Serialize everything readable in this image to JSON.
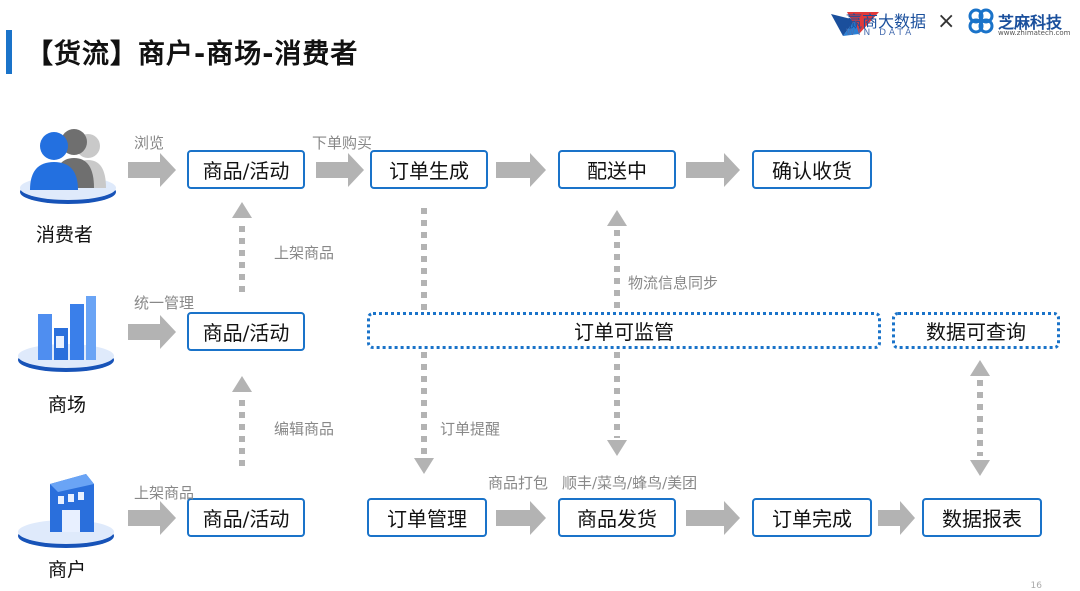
{
  "title": "【货流】商户-商场-消费者",
  "logos": {
    "win_name": "赢商大数据",
    "win_sub": "WIN DATA",
    "separator": "×",
    "zm_name": "芝麻科技",
    "zm_sub": "www.zhimatech.com"
  },
  "roles": {
    "consumer": "消费者",
    "mall": "商场",
    "merchant": "商户"
  },
  "boxes": {
    "c_goods": "商品/活动",
    "c_order_create": "订单生成",
    "c_delivering": "配送中",
    "c_confirm": "确认收货",
    "m_goods": "商品/活动",
    "m_supervise": "订单可监管",
    "m_query": "数据可查询",
    "s_goods": "商品/活动",
    "s_order_mgmt": "订单管理",
    "s_ship": "商品发货",
    "s_complete": "订单完成",
    "s_report": "数据报表"
  },
  "labels": {
    "browse": "浏览",
    "place_order": "下单购买",
    "list_goods_mall": "上架商品",
    "unified_mgmt": "统一管理",
    "logistics_sync": "物流信息同步",
    "edit_goods": "编辑商品",
    "order_remind": "订单提醒",
    "list_goods_merchant": "上架商品",
    "pack_goods": "商品打包",
    "couriers": "顺丰/菜鸟/蜂鸟/美团"
  },
  "page_number": "16",
  "colors": {
    "accent": "#1a73c9",
    "arrow_gray": "#b3b3b3",
    "label_gray": "#888888"
  }
}
